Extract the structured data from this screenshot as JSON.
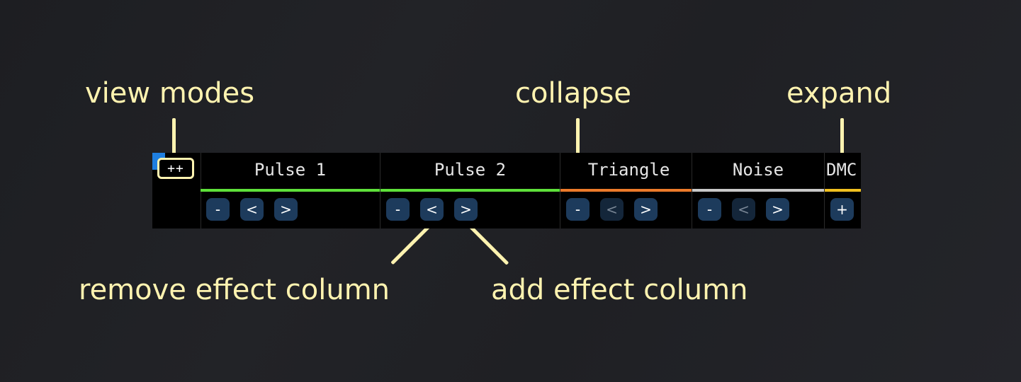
{
  "annotations": {
    "view_modes": "view modes",
    "collapse": "collapse",
    "expand": "expand",
    "remove_effect": "remove effect column",
    "add_effect": "add effect column"
  },
  "view_mode_button": "++",
  "channels": [
    {
      "name": "Pulse 1",
      "color": "#5ee03a",
      "buttons": [
        "-",
        "<",
        ">"
      ]
    },
    {
      "name": "Pulse 2",
      "color": "#5ee03a",
      "buttons": [
        "-",
        "<",
        ">"
      ]
    },
    {
      "name": "Triangle",
      "color": "#ec7a2a",
      "buttons": [
        "-",
        "<",
        ">"
      ]
    },
    {
      "name": "Noise",
      "color": "#c8c8c8",
      "buttons": [
        "-",
        "<",
        ">"
      ]
    },
    {
      "name": "DMC",
      "color": "#f0c020",
      "buttons": [
        "+"
      ]
    }
  ],
  "colors": {
    "accent": "#1f7fe0",
    "annotation": "#fff3b0",
    "button": "#1d3b5c"
  }
}
